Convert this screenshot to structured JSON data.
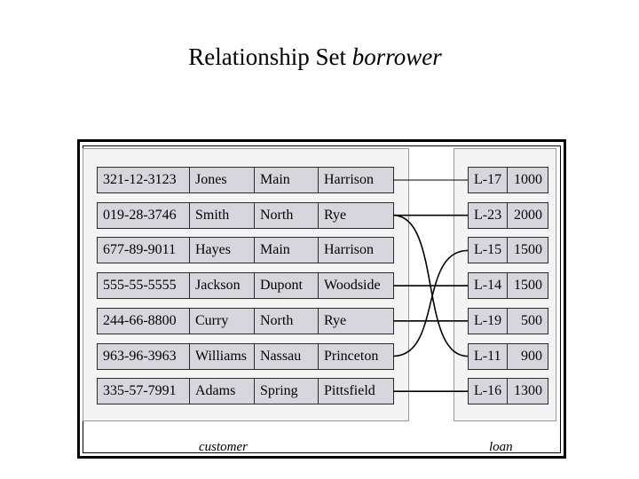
{
  "title": {
    "text": "Relationship Set ",
    "emphasis": "borrower"
  },
  "customer": {
    "label": "customer",
    "rows": [
      {
        "id": "321-12-3123",
        "name": "Jones",
        "street": "Main",
        "city": "Harrison"
      },
      {
        "id": "019-28-3746",
        "name": "Smith",
        "street": "North",
        "city": "Rye"
      },
      {
        "id": "677-89-9011",
        "name": "Hayes",
        "street": "Main",
        "city": "Harrison"
      },
      {
        "id": "555-55-5555",
        "name": "Jackson",
        "street": "Dupont",
        "city": "Woodside"
      },
      {
        "id": "244-66-8800",
        "name": "Curry",
        "street": "North",
        "city": "Rye"
      },
      {
        "id": "963-96-3963",
        "name": "Williams",
        "street": "Nassau",
        "city": "Princeton"
      },
      {
        "id": "335-57-7991",
        "name": "Adams",
        "street": "Spring",
        "city": "Pittsfield"
      }
    ]
  },
  "loan": {
    "label": "loan",
    "rows": [
      {
        "number": "L-17",
        "amount": "1000"
      },
      {
        "number": "L-23",
        "amount": "2000"
      },
      {
        "number": "L-15",
        "amount": "1500"
      },
      {
        "number": "L-14",
        "amount": "1500"
      },
      {
        "number": "L-19",
        "amount": "500"
      },
      {
        "number": "L-11",
        "amount": "900"
      },
      {
        "number": "L-16",
        "amount": "1300"
      }
    ]
  },
  "links": [
    {
      "customer": 0,
      "loan": 0
    },
    {
      "customer": 1,
      "loan": 1
    },
    {
      "customer": 1,
      "loan": 5
    },
    {
      "customer": 3,
      "loan": 3
    },
    {
      "customer": 4,
      "loan": 4
    },
    {
      "customer": 5,
      "loan": 2
    },
    {
      "customer": 6,
      "loan": 6
    }
  ]
}
